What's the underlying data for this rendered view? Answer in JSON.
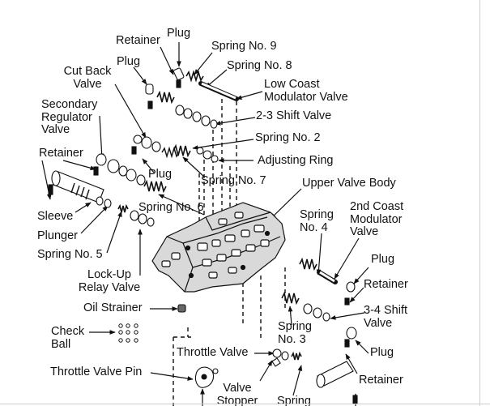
{
  "labels": {
    "plug_top": "Plug",
    "retainer_top": "Retainer",
    "spring_9": "Spring No. 9",
    "plug_2": "Plug",
    "spring_8": "Spring No. 8",
    "cut_back_valve": "Cut Back\nValve",
    "low_coast_modulator_valve": "Low Coast\nModulator Valve",
    "secondary_regulator_valve": "Secondary\nRegulator\nValve",
    "shift_2_3_valve": "2-3 Shift Valve",
    "spring_2": "Spring No. 2",
    "retainer_left": "Retainer",
    "adjusting_ring": "Adjusting Ring",
    "plug_mid": "Plug",
    "spring_7": "Spring No. 7",
    "upper_valve_body": "Upper Valve Body",
    "sleeve": "Sleeve",
    "spring_6": "Spring No. 6",
    "spring_4": "Spring\nNo. 4",
    "coast_modulator_2nd_valve": "2nd Coast\nModulator\nValve",
    "plunger": "Plunger",
    "spring_5": "Spring No. 5",
    "plug_right": "Plug",
    "lock_up_relay_valve": "Lock-Up\nRelay Valve",
    "retainer_right": "Retainer",
    "oil_strainer": "Oil Strainer",
    "shift_3_4_valve": "3-4 Shift\nValve",
    "check_ball": "Check\nBall",
    "spring_3": "Spring\nNo. 3",
    "plug_lower_right": "Plug",
    "throttle_valve": "Throttle Valve",
    "throttle_valve_pin": "Throttle Valve Pin",
    "retainer_bottom": "Retainer",
    "valve_stopper": "Valve\nStopper",
    "spring_bottom": "Spring"
  },
  "colors": {
    "ink": "#111111",
    "paper": "#ffffff",
    "shade": "#bdbdbd"
  }
}
